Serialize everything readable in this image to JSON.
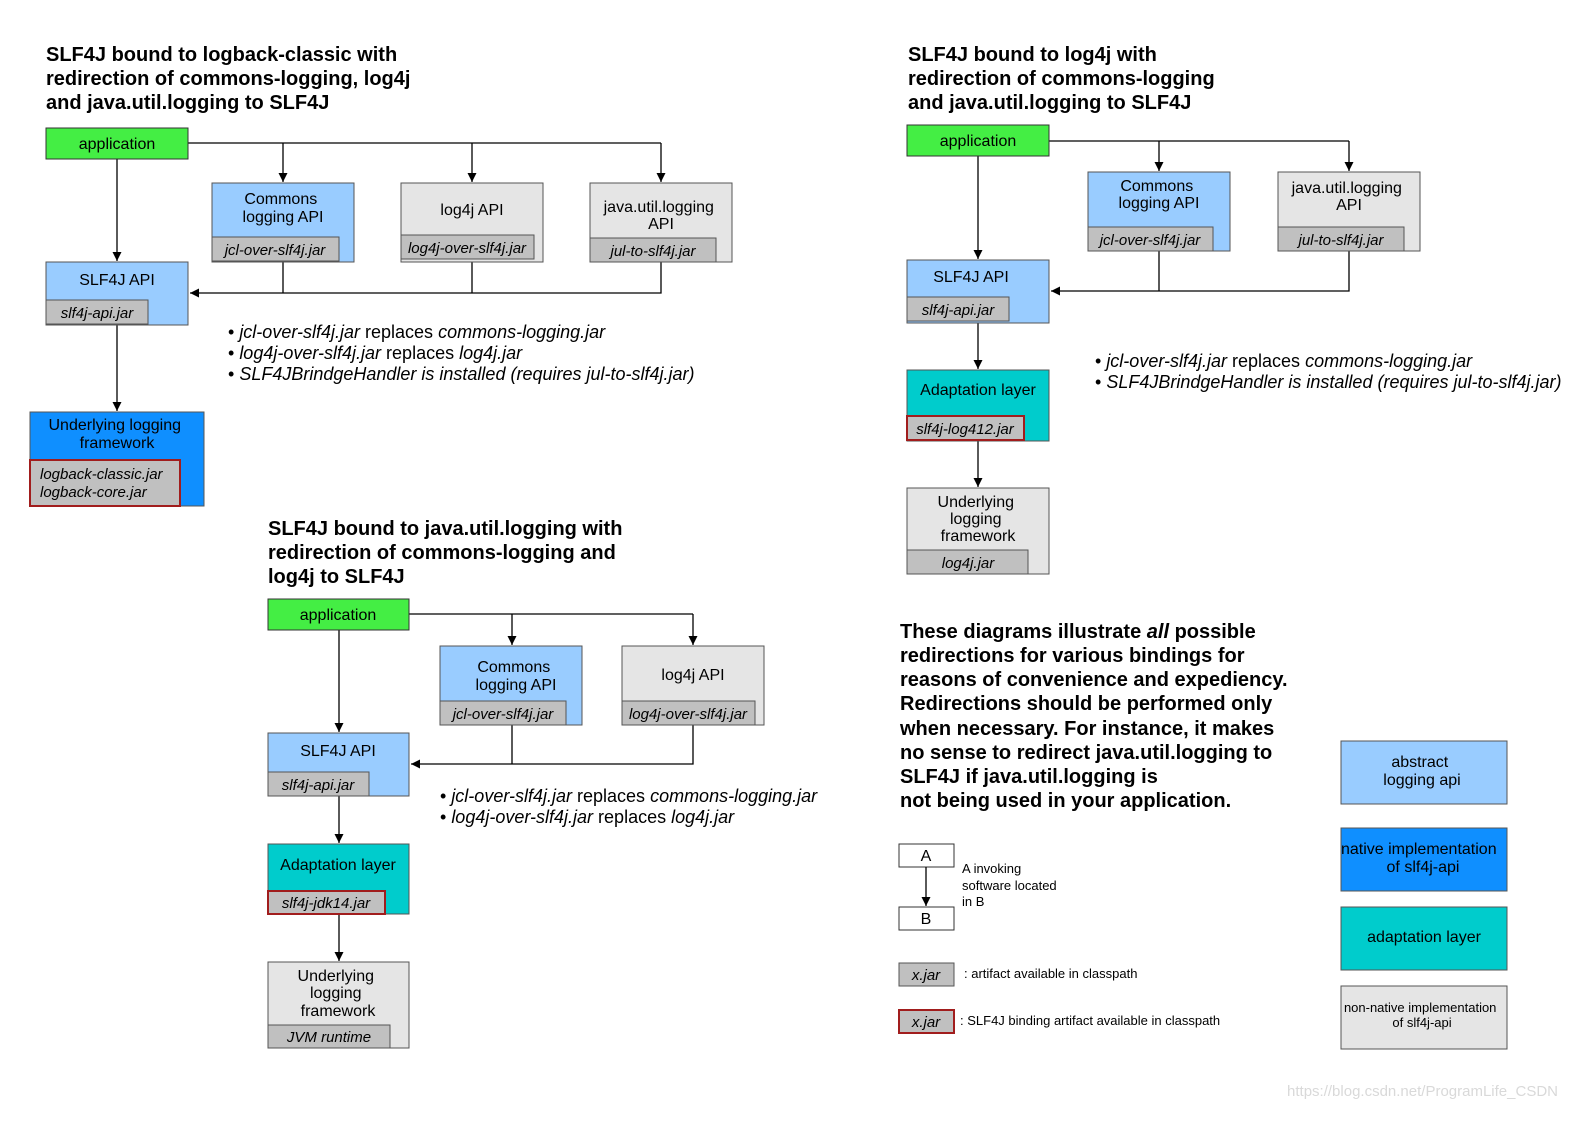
{
  "colors": {
    "app": "#44ee44",
    "abstract_api": "#99ccff",
    "native": "#0f8fff",
    "adaptation": "#00cccc",
    "non_native": "#e5e5e5",
    "jar": "#c0c0c0",
    "binding_border": "#a11d1d"
  },
  "diagram1": {
    "title": [
      "SLF4J bound to logback-classic with",
      "redirection of commons-logging, log4j",
      "and java.util.logging to SLF4J"
    ],
    "application": "application",
    "commons_api": [
      "Commons",
      "logging API"
    ],
    "commons_jar": "jcl-over-slf4j.jar",
    "log4j_api": "log4j API",
    "log4j_jar": "log4j-over-slf4j.jar",
    "jul_api": [
      "java.util.logging",
      "API"
    ],
    "jul_jar": "jul-to-slf4j.jar",
    "slf4j_api": "SLF4J API",
    "slf4j_jar": "slf4j-api.jar",
    "underlying": [
      "Underlying logging",
      "framework"
    ],
    "underlying_jars": [
      "logback-classic.jar",
      "logback-core.jar"
    ],
    "notes": [
      {
        "a": "jcl-over-slf4j.jar",
        "b": " replaces ",
        "c": "commons-logging.jar"
      },
      {
        "a": "log4j-over-slf4j.jar",
        "b": " replaces ",
        "c": "log4j.jar"
      },
      {
        "a": "SLF4JBrindgeHandler is installed (requires jul-to-slf4j.jar)",
        "b": "",
        "c": ""
      }
    ]
  },
  "diagram2": {
    "title": [
      "SLF4J bound to log4j with",
      "redirection of commons-logging",
      "and java.util.logging to SLF4J"
    ],
    "application": "application",
    "commons_api": [
      "Commons",
      "logging API"
    ],
    "commons_jar": "jcl-over-slf4j.jar",
    "jul_api": [
      "java.util.logging",
      "API"
    ],
    "jul_jar": "jul-to-slf4j.jar",
    "slf4j_api": "SLF4J API",
    "slf4j_jar": "slf4j-api.jar",
    "adaptation": "Adaptation layer",
    "adaptation_jar": "slf4j-log412.jar",
    "underlying": [
      "Underlying",
      "logging",
      "framework"
    ],
    "underlying_jar": "log4j.jar",
    "notes": [
      {
        "a": "jcl-over-slf4j.jar",
        "b": " replaces ",
        "c": "commons-logging.jar"
      },
      {
        "a": "SLF4JBrindgeHandler is installed (requires jul-to-slf4j.jar)",
        "b": "",
        "c": ""
      }
    ]
  },
  "diagram3": {
    "title": [
      "SLF4J bound to java.util.logging with",
      "redirection of commons-logging and",
      "log4j to SLF4J"
    ],
    "application": "application",
    "commons_api": [
      "Commons",
      "logging API"
    ],
    "commons_jar": "jcl-over-slf4j.jar",
    "log4j_api": "log4j API",
    "log4j_jar": "log4j-over-slf4j.jar",
    "slf4j_api": "SLF4J API",
    "slf4j_jar": "slf4j-api.jar",
    "adaptation": "Adaptation layer",
    "adaptation_jar": "slf4j-jdk14.jar",
    "underlying": [
      "Underlying",
      "logging",
      "framework"
    ],
    "underlying_jar": "JVM runtime",
    "notes": [
      {
        "a": "jcl-over-slf4j.jar",
        "b": " replaces ",
        "c": "commons-logging.jar"
      },
      {
        "a": "log4j-over-slf4j.jar",
        "b": " replaces ",
        "c": "log4j.jar"
      }
    ]
  },
  "description": [
    {
      "pre": "These diagrams illustrate ",
      "em": "all",
      "post": " possible"
    },
    {
      "pre": "redirections for various bindings for",
      "em": "",
      "post": ""
    },
    {
      "pre": "reasons of convenience and expediency.",
      "em": "",
      "post": ""
    },
    {
      "pre": "Redirections should be performed only",
      "em": "",
      "post": ""
    },
    {
      "pre": "when necessary. For instance, it makes",
      "em": "",
      "post": ""
    },
    {
      "pre": "no sense to redirect java.util.logging to",
      "em": "",
      "post": ""
    },
    {
      "pre": "SLF4J if java.util.logging is",
      "em": "",
      "post": ""
    },
    {
      "pre": "not being used in your application.",
      "em": "",
      "post": ""
    }
  ],
  "legend": {
    "a": "A",
    "b": "B",
    "invoking": [
      "A invoking",
      "software located",
      "in B"
    ],
    "jar_sample": "x.jar",
    "jar_desc": ": artifact available in classpath",
    "binding_desc": ": SLF4J binding artifact available in classpath",
    "abstract": [
      "abstract",
      "logging api"
    ],
    "native": [
      "native implementation",
      "of slf4j-api"
    ],
    "adaptation": "adaptation layer",
    "non_native": [
      "non-native implementation",
      "of slf4j-api"
    ]
  },
  "watermark": "https://blog.csdn.net/ProgramLife_CSDN"
}
